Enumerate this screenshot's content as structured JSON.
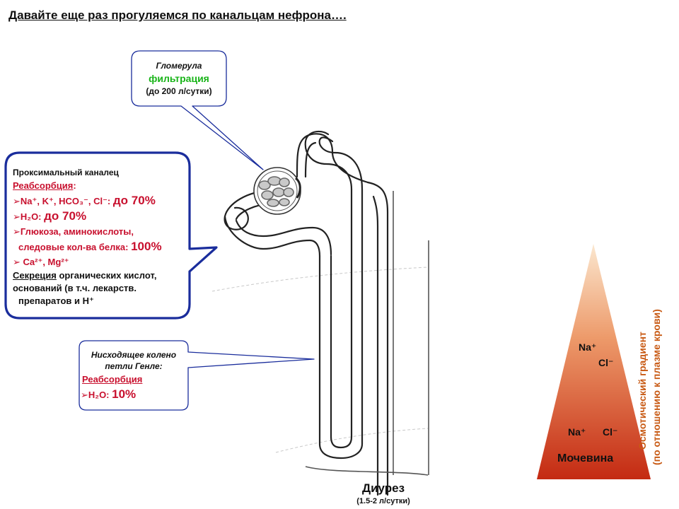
{
  "title": "Давайте еще раз прогуляемся по канальцам нефрона….",
  "glomerulus": {
    "line1": "Гломерула",
    "line2": "фильтрация",
    "line3": "(до 200 л/сутки)"
  },
  "proximal": {
    "heading": "Проксимальный каналец",
    "reabs": "Реабсорбция",
    "colon": ":",
    "l1_ions": "Na⁺, K⁺, HCO₃⁻, Cl⁻:",
    "l1_val": "до 70%",
    "l2_ion": "H₂O:",
    "l2_val": "до 70%",
    "l3": "Глюкоза, аминокислоты,",
    "l4_text": "следовые кол-ва белка:",
    "l4_val": "100%",
    "l5": "Ca²⁺, Mg²⁺",
    "secr": "Секреция",
    "l6_rest": " органических кислот,",
    "l7": "оснований (в т.ч. лекарств.",
    "l8": "препаратов и H⁺"
  },
  "loop": {
    "line1": "Нисходящее колено",
    "line2": "петли Генле:",
    "reabs": "Реабсорбция",
    "ion": "H₂O:",
    "val": "10%"
  },
  "gradient": {
    "na_top": "Na⁺",
    "cl_top": "Cl⁻",
    "na_bottom": "Na⁺",
    "cl_bottom": "Cl⁻",
    "urea": "Мочевина",
    "vertical_1": "Осмотический градиент",
    "vertical_2": "(по отношению к плазме крови)"
  },
  "diuresis": {
    "label": "Диурез",
    "value": "(1.5-2 л/сутки)"
  },
  "colors": {
    "callout_border": "#1a2d9c",
    "accent_red": "#c8102e",
    "accent_green": "#18b418",
    "gradient_top": "#fbe7cf",
    "gradient_bottom": "#c42a12",
    "gradient_label": "#c85a14"
  }
}
